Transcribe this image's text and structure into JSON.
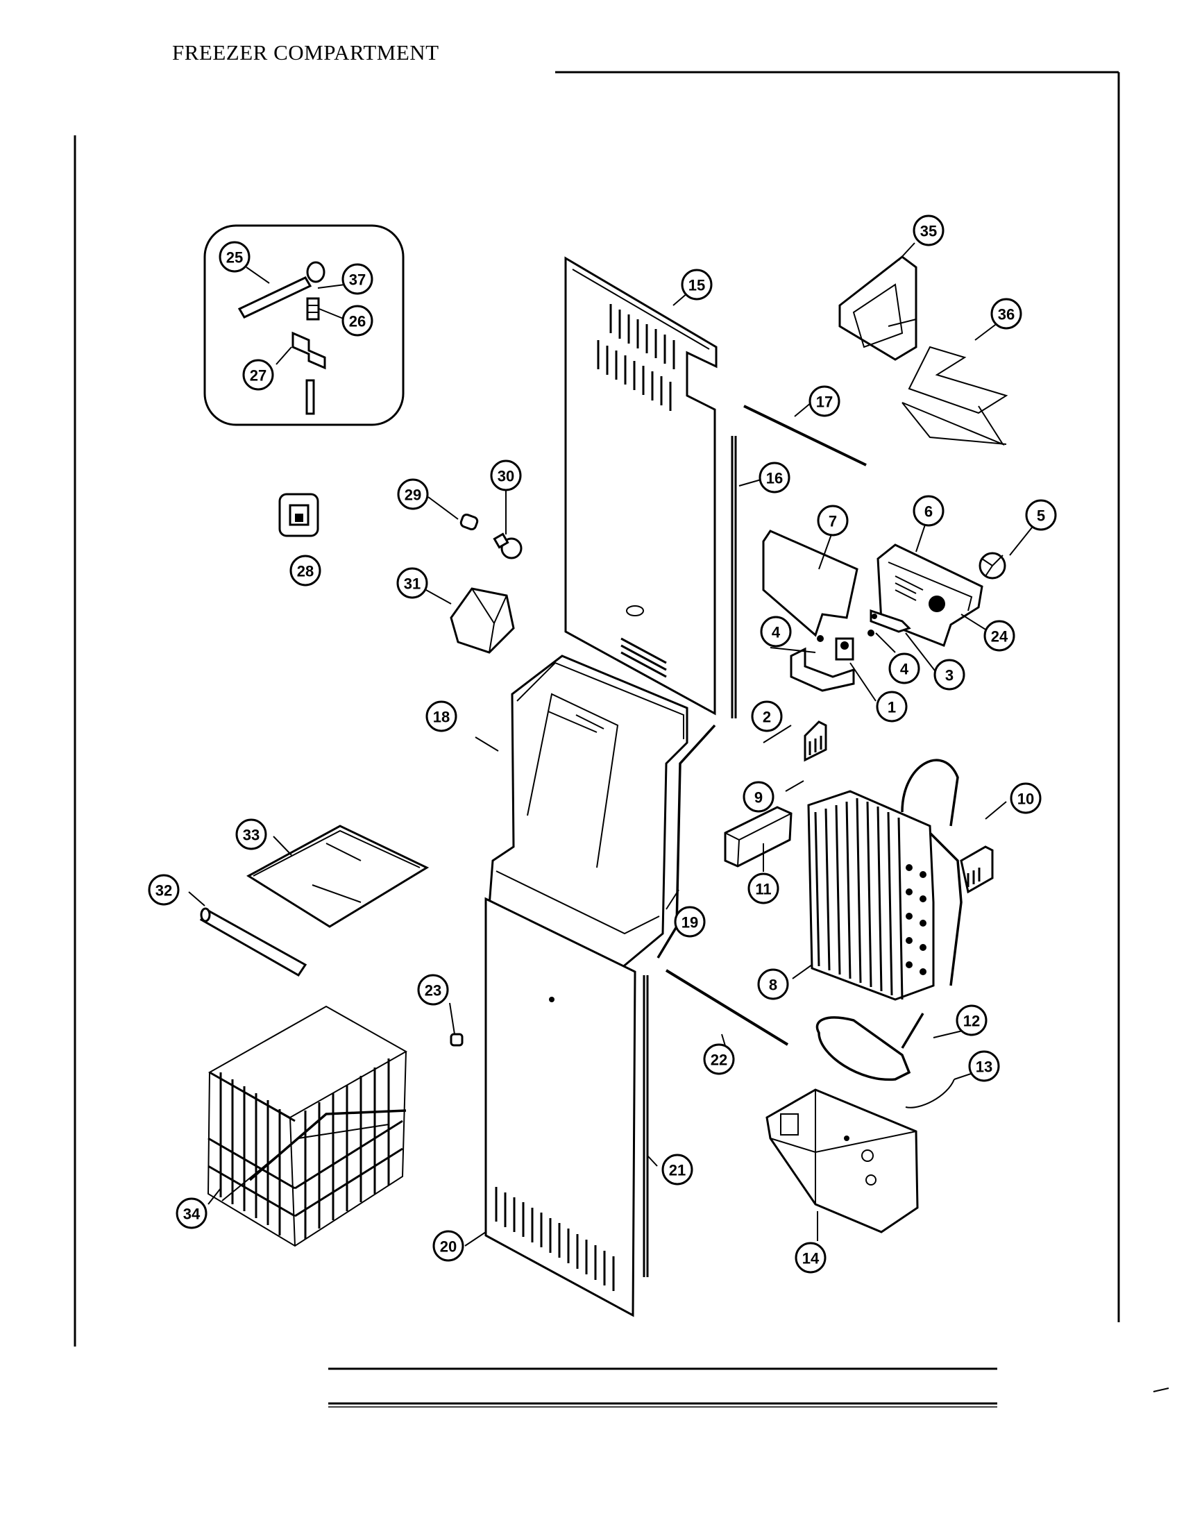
{
  "title": "FREEZER COMPARTMENT",
  "callouts": [
    {
      "label": "1",
      "name": "part-1"
    },
    {
      "label": "2",
      "name": "part-2"
    },
    {
      "label": "3",
      "name": "part-3"
    },
    {
      "label": "4",
      "name": "part-4a"
    },
    {
      "label": "4",
      "name": "part-4b"
    },
    {
      "label": "5",
      "name": "part-5"
    },
    {
      "label": "6",
      "name": "part-6"
    },
    {
      "label": "7",
      "name": "part-7"
    },
    {
      "label": "8",
      "name": "part-8"
    },
    {
      "label": "9",
      "name": "part-9"
    },
    {
      "label": "10",
      "name": "part-10"
    },
    {
      "label": "11",
      "name": "part-11"
    },
    {
      "label": "12",
      "name": "part-12"
    },
    {
      "label": "13",
      "name": "part-13"
    },
    {
      "label": "14",
      "name": "part-14"
    },
    {
      "label": "15",
      "name": "part-15"
    },
    {
      "label": "16",
      "name": "part-16"
    },
    {
      "label": "17",
      "name": "part-17"
    },
    {
      "label": "18",
      "name": "part-18"
    },
    {
      "label": "19",
      "name": "part-19"
    },
    {
      "label": "20",
      "name": "part-20"
    },
    {
      "label": "21",
      "name": "part-21"
    },
    {
      "label": "22",
      "name": "part-22"
    },
    {
      "label": "23",
      "name": "part-23"
    },
    {
      "label": "24",
      "name": "part-24"
    },
    {
      "label": "25",
      "name": "part-25"
    },
    {
      "label": "26",
      "name": "part-26"
    },
    {
      "label": "27",
      "name": "part-27"
    },
    {
      "label": "28",
      "name": "part-28"
    },
    {
      "label": "29",
      "name": "part-29"
    },
    {
      "label": "30",
      "name": "part-30"
    },
    {
      "label": "31",
      "name": "part-31"
    },
    {
      "label": "32",
      "name": "part-32"
    },
    {
      "label": "33",
      "name": "part-33"
    },
    {
      "label": "34",
      "name": "part-34"
    },
    {
      "label": "35",
      "name": "part-35"
    },
    {
      "label": "36",
      "name": "part-36"
    },
    {
      "label": "37",
      "name": "part-37"
    }
  ]
}
